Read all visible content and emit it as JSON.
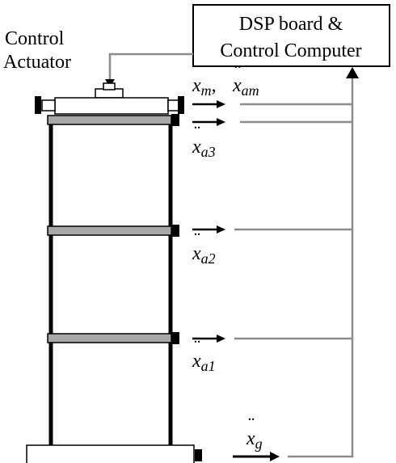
{
  "box": {
    "line1": "DSP board &",
    "line2": "Control Computer"
  },
  "actuator": {
    "line1": "Control",
    "line2": "Actuator"
  },
  "signals": {
    "top_main": "x",
    "top_main_sub": "m",
    "top_sep": ",",
    "top_acc": "x",
    "top_acc_sub": "am",
    "a3": "x",
    "a3_sub": "a3",
    "a2": "x",
    "a2_sub": "a2",
    "a1": "x",
    "a1_sub": "a1",
    "g": "x",
    "g_sub": "g",
    "ddot": "¨"
  }
}
